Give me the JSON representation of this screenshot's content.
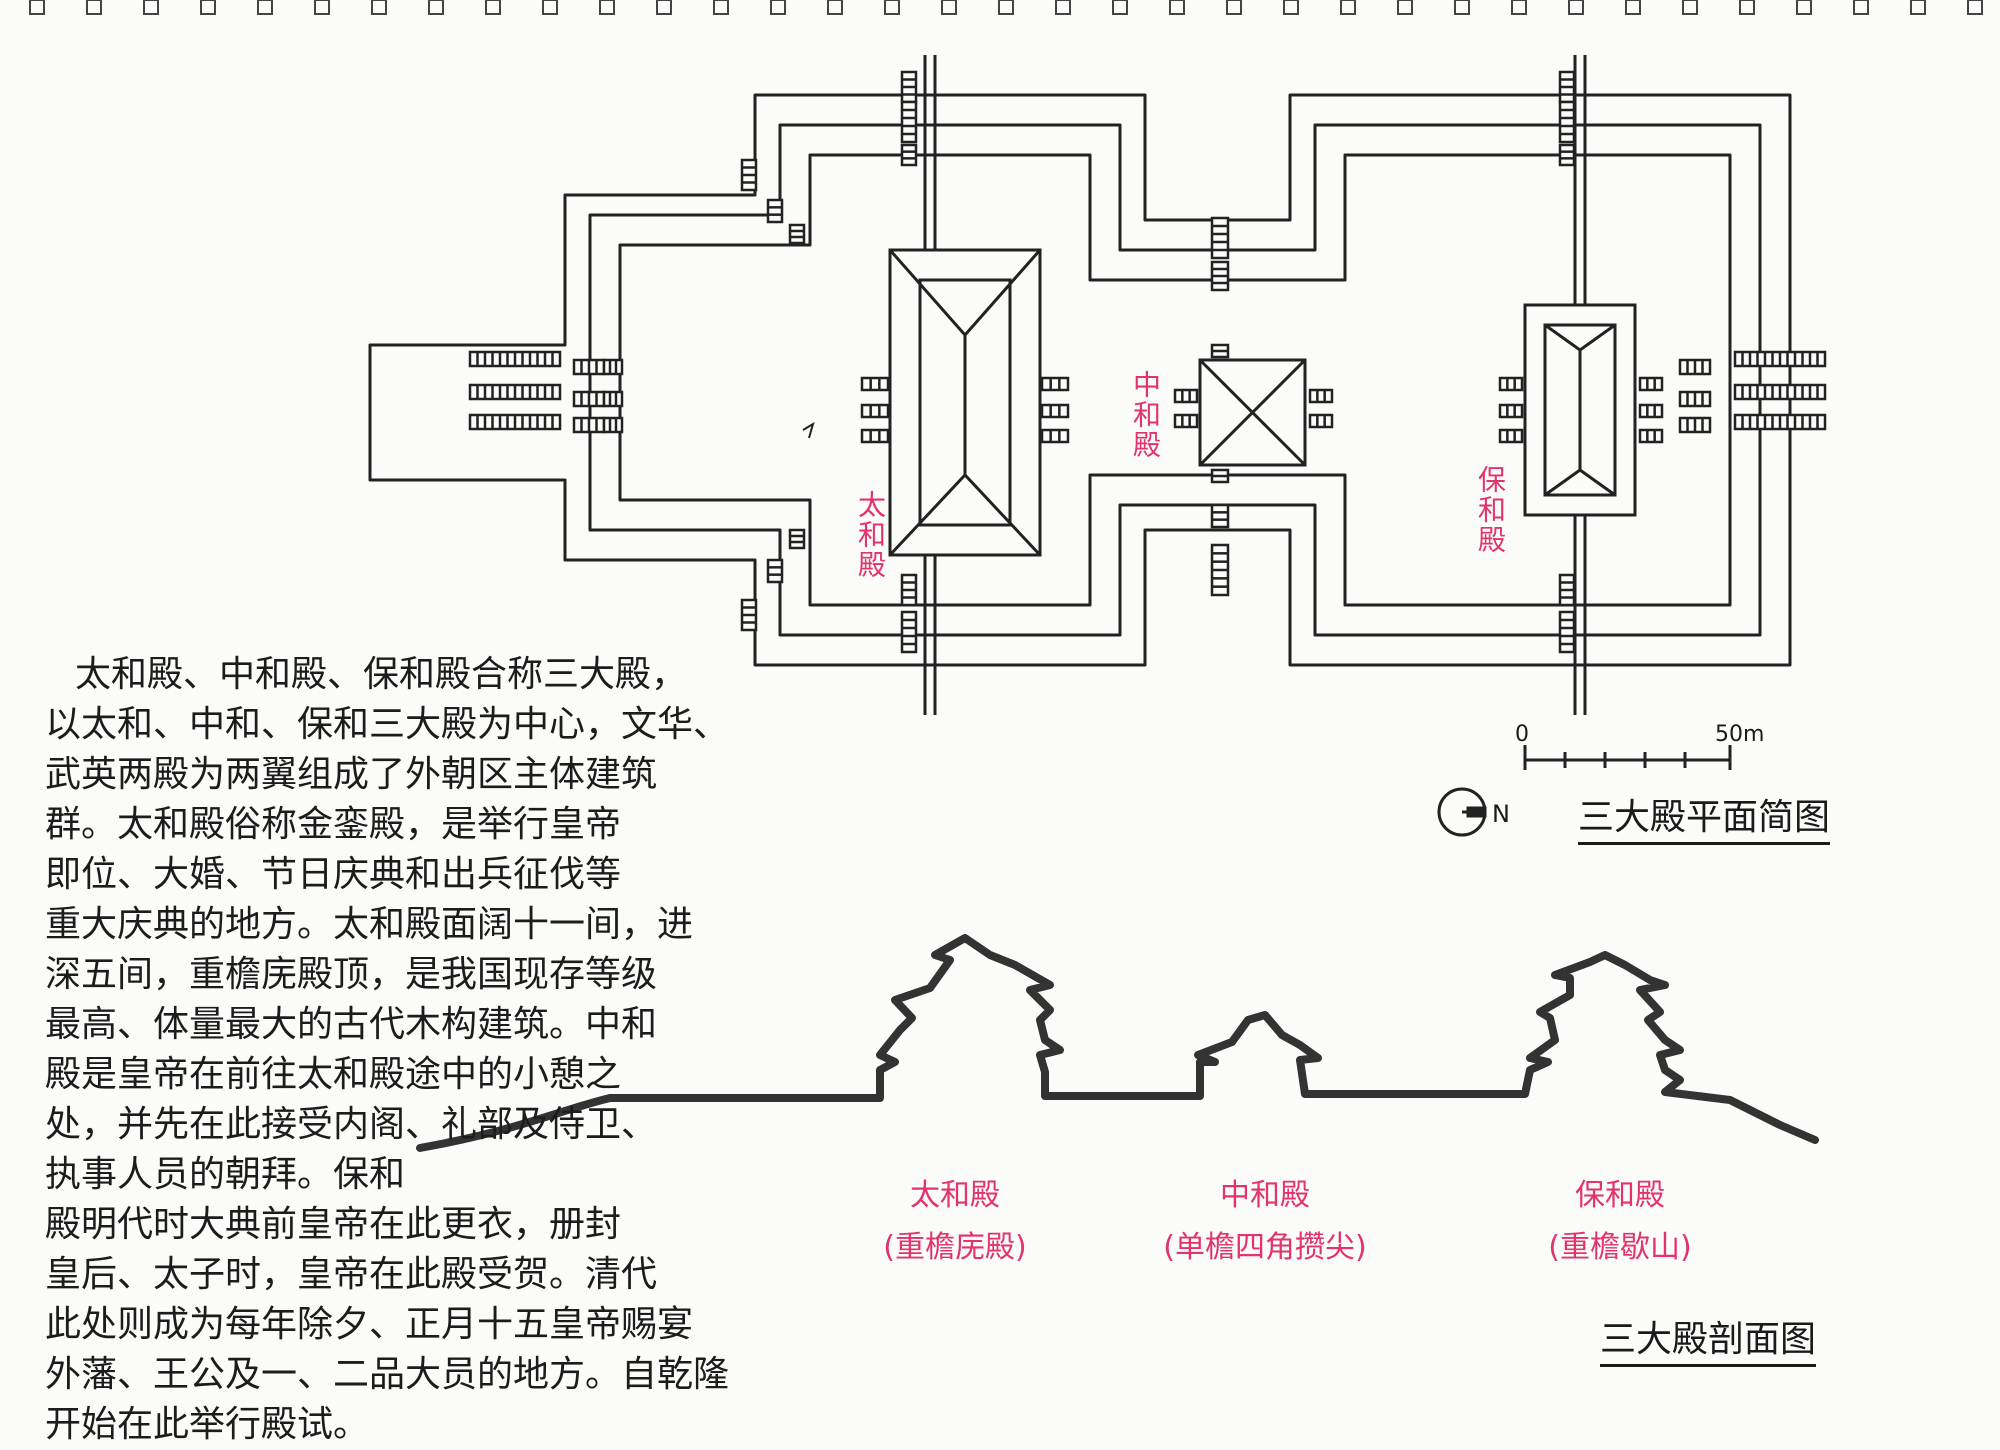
{
  "plan": {
    "caption": "三大殿平面简图",
    "hall_labels": {
      "taihe": "太和殿",
      "zhonghe": "中和殿",
      "baohe": "保和殿"
    },
    "scale": {
      "start": "0",
      "end": "50m"
    },
    "north": "N"
  },
  "section": {
    "caption": "三大殿剖面图",
    "halls": [
      {
        "name": "太和殿",
        "roof": "(重檐庑殿)"
      },
      {
        "name": "中和殿",
        "roof": "(单檐四角攒尖)"
      },
      {
        "name": "保和殿",
        "roof": "(重檐歇山)"
      }
    ]
  },
  "description": {
    "lines": [
      "太和殿、中和殿、保和殿合称三大殿，",
      "以太和、中和、保和三大殿为中心，文华、",
      "武英两殿为两翼组成了外朝区主体建筑",
      "群。太和殿俗称金銮殿，是举行皇帝",
      "即位、大婚、节日庆典和出兵征伐等",
      "重大庆典的地方。太和殿面阔十一间，进",
      "深五间，重檐庑殿顶，是我国现存等级",
      "最高、体量最大的古代木构建筑。中和",
      "殿是皇帝在前往太和殿途中的小憩之",
      "处，并先在此接受内阁、礼部及侍卫、",
      "执事人员的朝拜。保和",
      "殿明代时大典前皇帝在此更衣，册封",
      "皇后、太子时，皇帝在此殿受贺。清代",
      "此处则成为每年除夕、正月十五皇帝赐宴",
      "外藩、王公及一、二品大员的地方。自乾隆",
      "开始在此举行殿试。"
    ]
  }
}
